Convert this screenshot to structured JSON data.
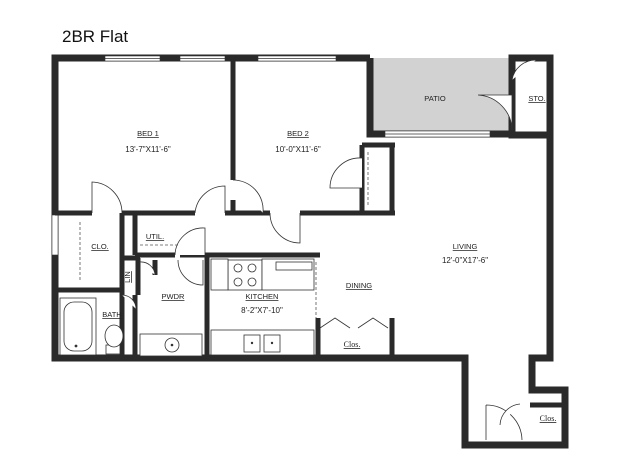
{
  "title": "2BR Flat",
  "rooms": {
    "bed1": {
      "name": "BED 1",
      "dims": "13'-7\"X11'-6\""
    },
    "bed2": {
      "name": "BED 2",
      "dims": "10'-0\"X11'-6\""
    },
    "patio": {
      "name": "PATIO"
    },
    "sto": {
      "name": "STO."
    },
    "clo": {
      "name": "CLO."
    },
    "util": {
      "name": "UTIL."
    },
    "lin": {
      "name": "LIN"
    },
    "pwdr": {
      "name": "PWDR"
    },
    "bath": {
      "name": "BATH"
    },
    "kitchen": {
      "name": "KITCHEN",
      "dims": "8'-2\"X7'-10\""
    },
    "dining": {
      "name": "DINING"
    },
    "living": {
      "name": "LIVING",
      "dims": "12'-0\"X17'-6\""
    },
    "clos_kitchen": {
      "name": "Clos."
    },
    "clos_entry": {
      "name": "Clos."
    }
  }
}
